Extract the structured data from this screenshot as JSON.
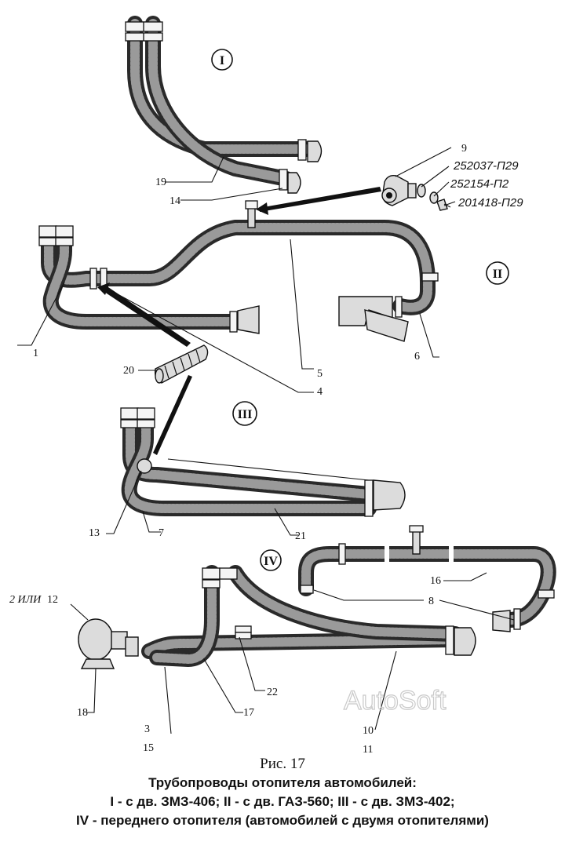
{
  "section_labels": {
    "s1": "I",
    "s2": "II",
    "s3": "III",
    "s4": "IV"
  },
  "part_labels": {
    "p1": "1",
    "p2_or": "2 ИЛИ",
    "p12": "12",
    "p3": "3",
    "p4": "4",
    "p5": "5",
    "p6": "6",
    "p7": "7",
    "p8": "8",
    "p9": "9",
    "p10": "10",
    "p11": "11",
    "p13": "13",
    "p14": "14",
    "p15": "15",
    "p16": "16",
    "p17": "17",
    "p18": "18",
    "p19": "19",
    "p20": "20",
    "p21": "21",
    "p22": "22"
  },
  "fastener_codes": {
    "c1": "252037-П29",
    "c2": "252154-П2",
    "c3": "201418-П29"
  },
  "watermark": "AutoSoft",
  "caption": {
    "figure": "Рис. 17",
    "title": "Трубопроводы отопителя автомобилей:",
    "line1": "I - с дв. ЗМЗ-406; II - с дв. ГАЗ-560; III - с дв. ЗМЗ-402;",
    "line2": "IV - переднего отопителя (автомобилей с двумя отопителями)"
  }
}
